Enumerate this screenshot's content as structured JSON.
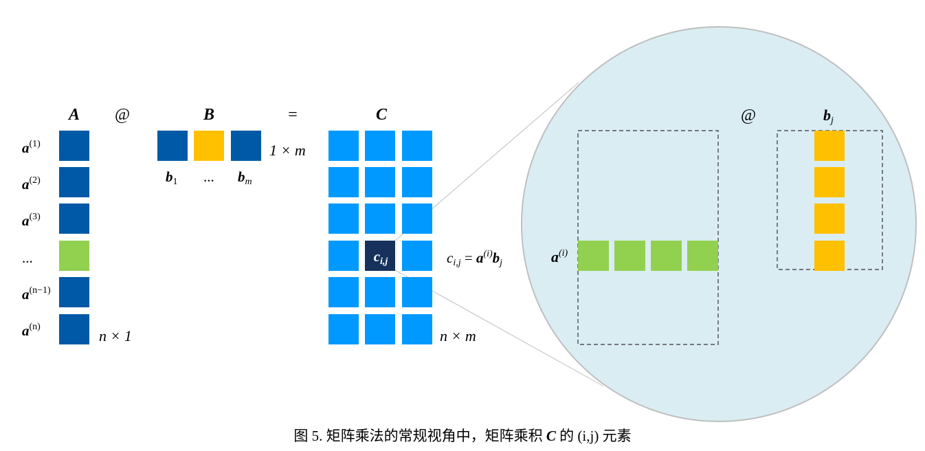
{
  "colors": {
    "a_block": "#0059A6",
    "a_highlight": "#92D050",
    "b_highlight": "#FFC000",
    "c_block": "#0099FF",
    "c_highlight": "#16325C",
    "zoom_fill": "#DAEDF3",
    "zoom_stroke": "#BFBFBF"
  },
  "labels": {
    "A": "A",
    "at1": "@",
    "B": "B",
    "eq": "=",
    "C": "C",
    "at2": "@",
    "a_rows": [
      "a",
      "a",
      "a",
      "...",
      "a",
      "a"
    ],
    "a_sups": [
      "(1)",
      "(2)",
      "(3)",
      "",
      "(n−1)",
      "(n)"
    ],
    "b_cols": [
      "b",
      "...",
      "b"
    ],
    "b_subs": [
      "1",
      "",
      "m"
    ],
    "a_shape": "n × 1",
    "b_shape": "1 × m",
    "c_shape": "n × m",
    "c_cell": "c",
    "c_cell_sub": "i,j",
    "formula_c": "c",
    "formula_sub": "i,j",
    "formula_eq": "=",
    "formula_a": "a",
    "formula_sup": "(i)",
    "formula_b": "b",
    "formula_bsub": "j",
    "zoom_a": "a",
    "zoom_a_sup": "(i)",
    "zoom_b": "b",
    "zoom_b_sub": "j"
  },
  "caption": {
    "prefix": "图 5. 矩阵乘法的常规视角中，矩阵乘积 ",
    "bold": "C",
    "suffix": " 的 (i,j) 元素"
  }
}
